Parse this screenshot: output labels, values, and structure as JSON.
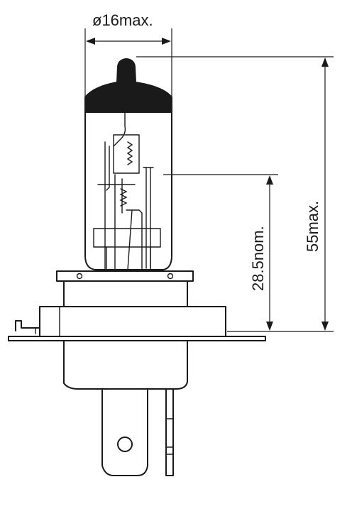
{
  "dimensions": {
    "diameter": "ø16max.",
    "overall_length": "55max.",
    "light_center": "28.5nom."
  }
}
